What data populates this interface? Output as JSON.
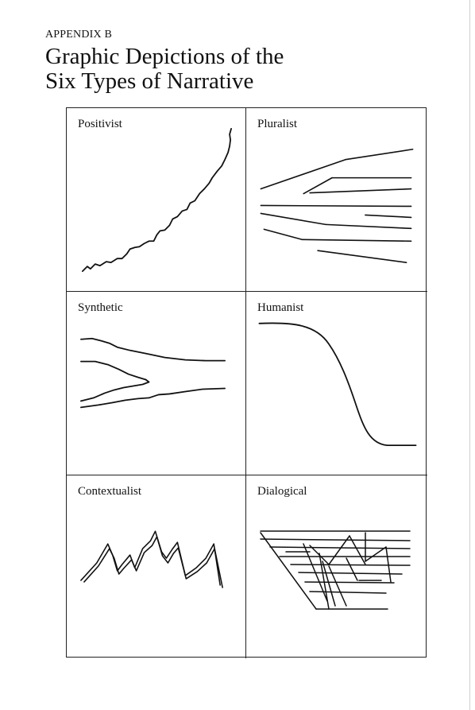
{
  "header": {
    "appendix": "APPENDIX B",
    "title_line1": "Graphic Depictions of the",
    "title_line2": "Six Types of Narrative"
  },
  "panels": [
    {
      "label": "Positivist",
      "icon": "rising-wavy-curve-icon"
    },
    {
      "label": "Pluralist",
      "icon": "scattered-lines-icon"
    },
    {
      "label": "Synthetic",
      "icon": "converging-lines-icon"
    },
    {
      "label": "Humanist",
      "icon": "descending-s-curve-icon"
    },
    {
      "label": "Contextualist",
      "icon": "zigzag-peaks-icon"
    },
    {
      "label": "Dialogical",
      "icon": "lattice-network-icon"
    }
  ]
}
